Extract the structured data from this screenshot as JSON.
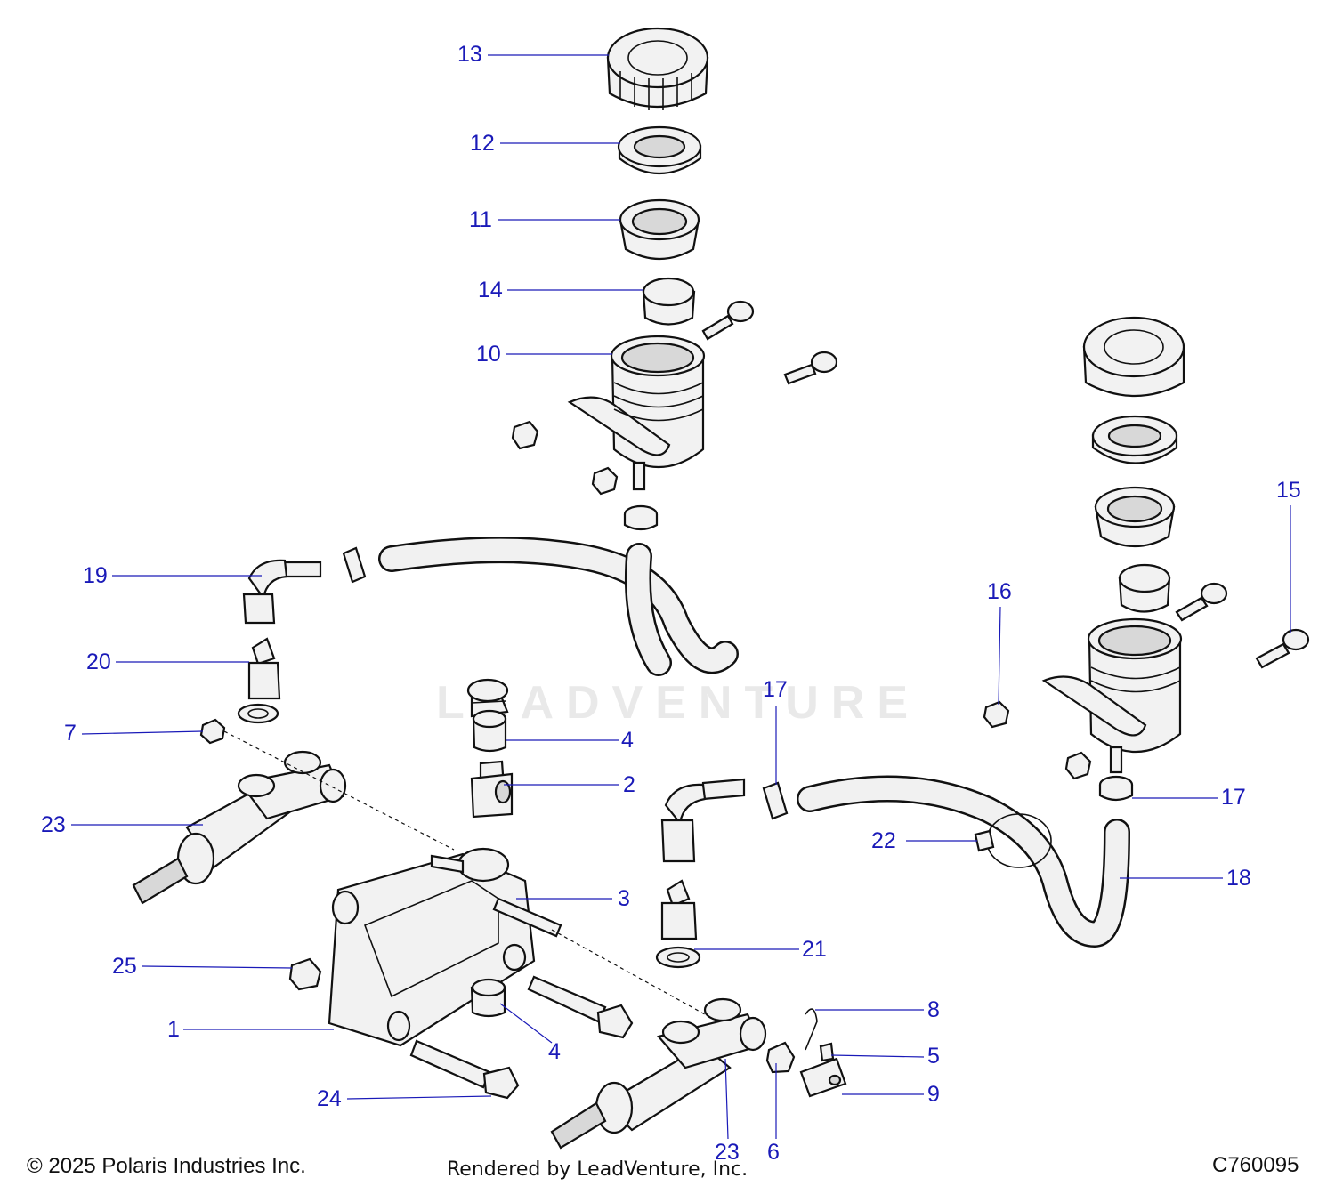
{
  "diagram": {
    "watermark_text": "LEADVENTURE",
    "callout_color": "#1a1ab8",
    "callouts": [
      {
        "label": "13"
      },
      {
        "label": "12"
      },
      {
        "label": "11"
      },
      {
        "label": "14"
      },
      {
        "label": "10"
      },
      {
        "label": "19"
      },
      {
        "label": "20"
      },
      {
        "label": "7"
      },
      {
        "label": "23"
      },
      {
        "label": "25"
      },
      {
        "label": "1"
      },
      {
        "label": "24"
      },
      {
        "label": "4"
      },
      {
        "label": "2"
      },
      {
        "label": "3"
      },
      {
        "label": "4"
      },
      {
        "label": "23"
      },
      {
        "label": "6"
      },
      {
        "label": "17"
      },
      {
        "label": "21"
      },
      {
        "label": "8"
      },
      {
        "label": "5"
      },
      {
        "label": "9"
      },
      {
        "label": "22"
      },
      {
        "label": "16"
      },
      {
        "label": "15"
      },
      {
        "label": "17"
      },
      {
        "label": "18"
      }
    ]
  },
  "footer": {
    "copyright": "© 2025 Polaris Industries Inc.",
    "rendered_by": "Rendered by LeadVenture, Inc.",
    "diagram_code": "C760095"
  }
}
